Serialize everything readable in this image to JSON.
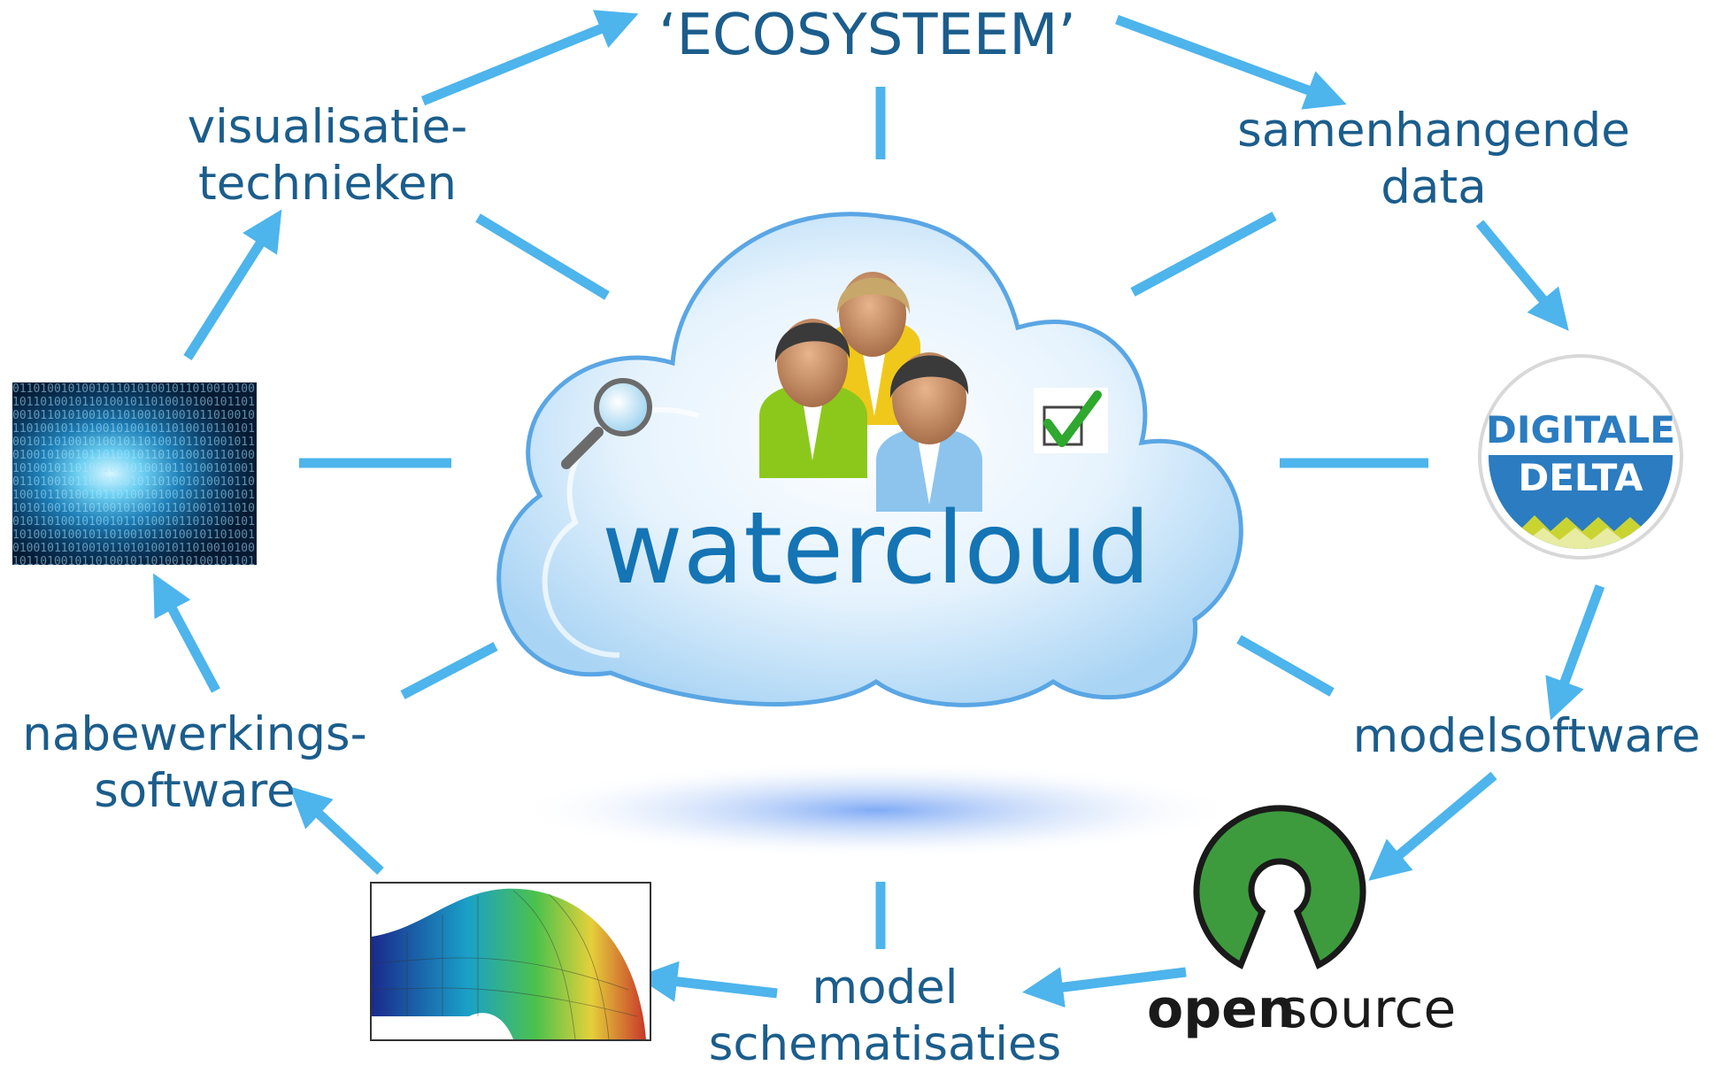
{
  "title": "‘ECOSYSTEEM’",
  "center_label": "watercloud",
  "nodes": {
    "samenhangende_data": [
      "samenhangende",
      "data"
    ],
    "modelsoftware": [
      "modelsoftware"
    ],
    "model_schematisaties": [
      "model",
      "schematisaties"
    ],
    "nabewerkings_software": [
      "nabewerkings-",
      "software"
    ],
    "visualisatie_technieken": [
      "visualisatie-",
      "technieken"
    ]
  },
  "logos": {
    "digitale_delta": [
      "DIGITALE",
      "DELTA"
    ],
    "open_source": [
      "open",
      "source"
    ]
  },
  "colors": {
    "label_text": "#1b5d8c",
    "arrow": "#4db4ec",
    "cloud_text": "#1474b4",
    "open_source_green": "#3d9b3d"
  },
  "icons": [
    "magnifier-icon",
    "people-group-icon",
    "checkbox-checked-icon"
  ]
}
